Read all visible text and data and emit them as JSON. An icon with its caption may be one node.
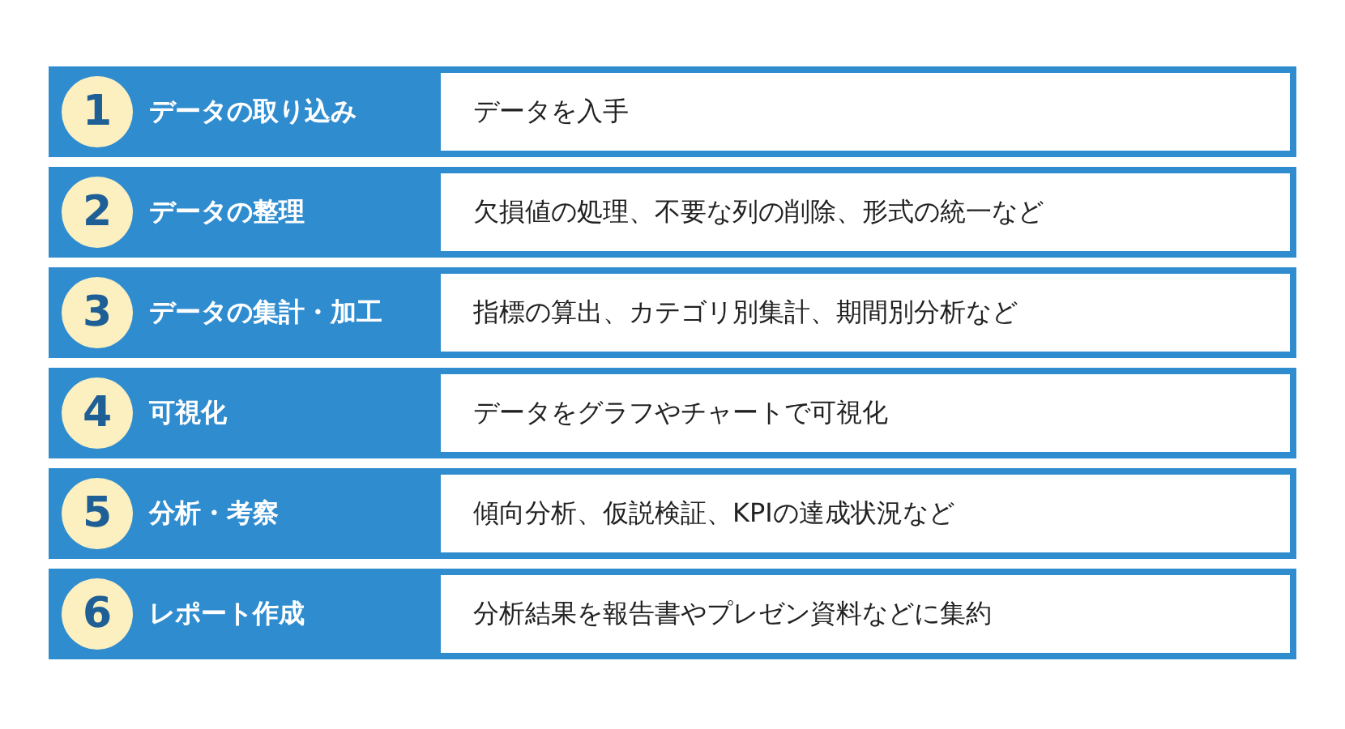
{
  "diagram": {
    "nodes": [
      {
        "text": [
          "データの取り込み"
        ]
      },
      {
        "text": [
          "1"
        ],
        "in": 0
      },
      {
        "text": [
          "データを入手"
        ],
        "in": 0
      },
      {
        "text": [
          "データの整理"
        ]
      },
      {
        "text": [
          "2"
        ],
        "in": 3
      },
      {
        "text": [
          "欠損値の処理、不要な列の削除、形式の統一など"
        ],
        "in": 3
      },
      {
        "text": [
          "データの集計・加工"
        ]
      },
      {
        "text": [
          "3"
        ],
        "in": 6
      },
      {
        "text": [
          "指標の算出、カテゴリ別集計、期間別分析など"
        ],
        "in": 6
      },
      {
        "text": [
          "可視化"
        ]
      },
      {
        "text": [
          "4"
        ],
        "in": 9
      },
      {
        "text": [
          "データをグラフやチャートで可視化"
        ],
        "in": 9
      },
      {
        "text": [
          "分析・考察"
        ]
      },
      {
        "text": [
          "5"
        ],
        "in": 12
      },
      {
        "text": [
          "傾向分析、仮説検証、KPIの達成状況など"
        ],
        "in": 12
      },
      {
        "text": [
          "レポート作成"
        ]
      },
      {
        "text": [
          "6"
        ],
        "in": 15
      },
      {
        "text": [
          "分析結果を報告書やプレゼン資料などに集約"
        ],
        "in": 15
      }
    ]
  }
}
